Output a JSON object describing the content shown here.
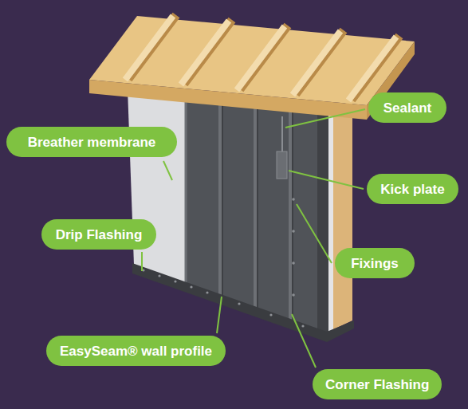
{
  "diagram": {
    "nodes": [
      {
        "text": [
          "Sealant"
        ]
      },
      {
        "text": [
          "Breather membrane"
        ]
      },
      {
        "text": [
          "Kick plate"
        ]
      },
      {
        "text": [
          "Drip Flashing"
        ]
      },
      {
        "text": [
          "Fixings"
        ]
      },
      {
        "text": [
          "EasySeam® wall profile"
        ]
      },
      {
        "text": [
          "Corner Flashing"
        ]
      }
    ]
  }
}
